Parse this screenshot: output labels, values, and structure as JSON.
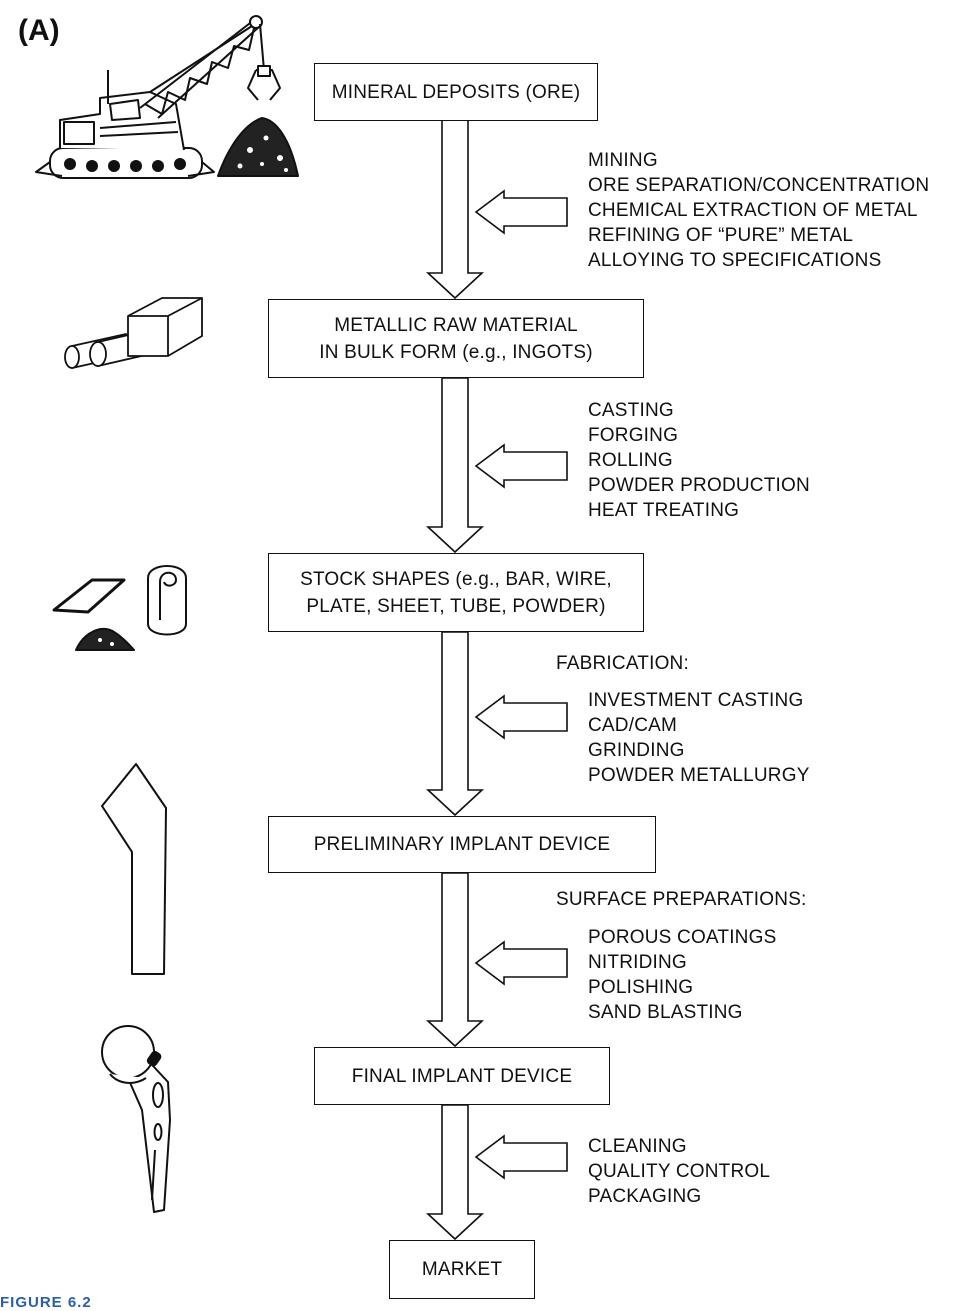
{
  "panel_label": "(A)",
  "stages": [
    {
      "lines": [
        "MINERAL DEPOSITS (ORE)"
      ]
    },
    {
      "lines": [
        "METALLIC RAW MATERIAL",
        "IN BULK FORM (e.g., INGOTS)"
      ]
    },
    {
      "lines": [
        "STOCK SHAPES (e.g., BAR, WIRE,",
        "PLATE, SHEET, TUBE, POWDER)"
      ]
    },
    {
      "lines": [
        "PRELIMINARY IMPLANT DEVICE"
      ]
    },
    {
      "lines": [
        "FINAL IMPLANT DEVICE"
      ]
    },
    {
      "lines": [
        "MARKET"
      ]
    }
  ],
  "processes": [
    {
      "heading": "",
      "steps": [
        "MINING",
        "ORE SEPARATION/CONCENTRATION",
        "CHEMICAL EXTRACTION OF METAL",
        "REFINING OF “PURE” METAL",
        "ALLOYING TO SPECIFICATIONS"
      ]
    },
    {
      "heading": "",
      "steps": [
        "CASTING",
        "FORGING",
        "ROLLING",
        "POWDER PRODUCTION",
        "HEAT TREATING"
      ]
    },
    {
      "heading": "FABRICATION:",
      "steps": [
        "INVESTMENT CASTING",
        "CAD/CAM",
        "GRINDING",
        "POWDER METALLURGY"
      ]
    },
    {
      "heading": "SURFACE PREPARATIONS:",
      "steps": [
        "POROUS COATINGS",
        "NITRIDING",
        "POLISHING",
        "SAND BLASTING"
      ]
    },
    {
      "heading": "",
      "steps": [
        "CLEANING",
        "QUALITY CONTROL",
        "PACKAGING"
      ]
    }
  ],
  "illustrations": [
    "crane-illustration",
    "ingots-illustration",
    "stock-shapes-illustration",
    "femoral-stem-blank-illustration",
    "hip-implant-illustration"
  ],
  "caption": "FIGURE 6.2"
}
